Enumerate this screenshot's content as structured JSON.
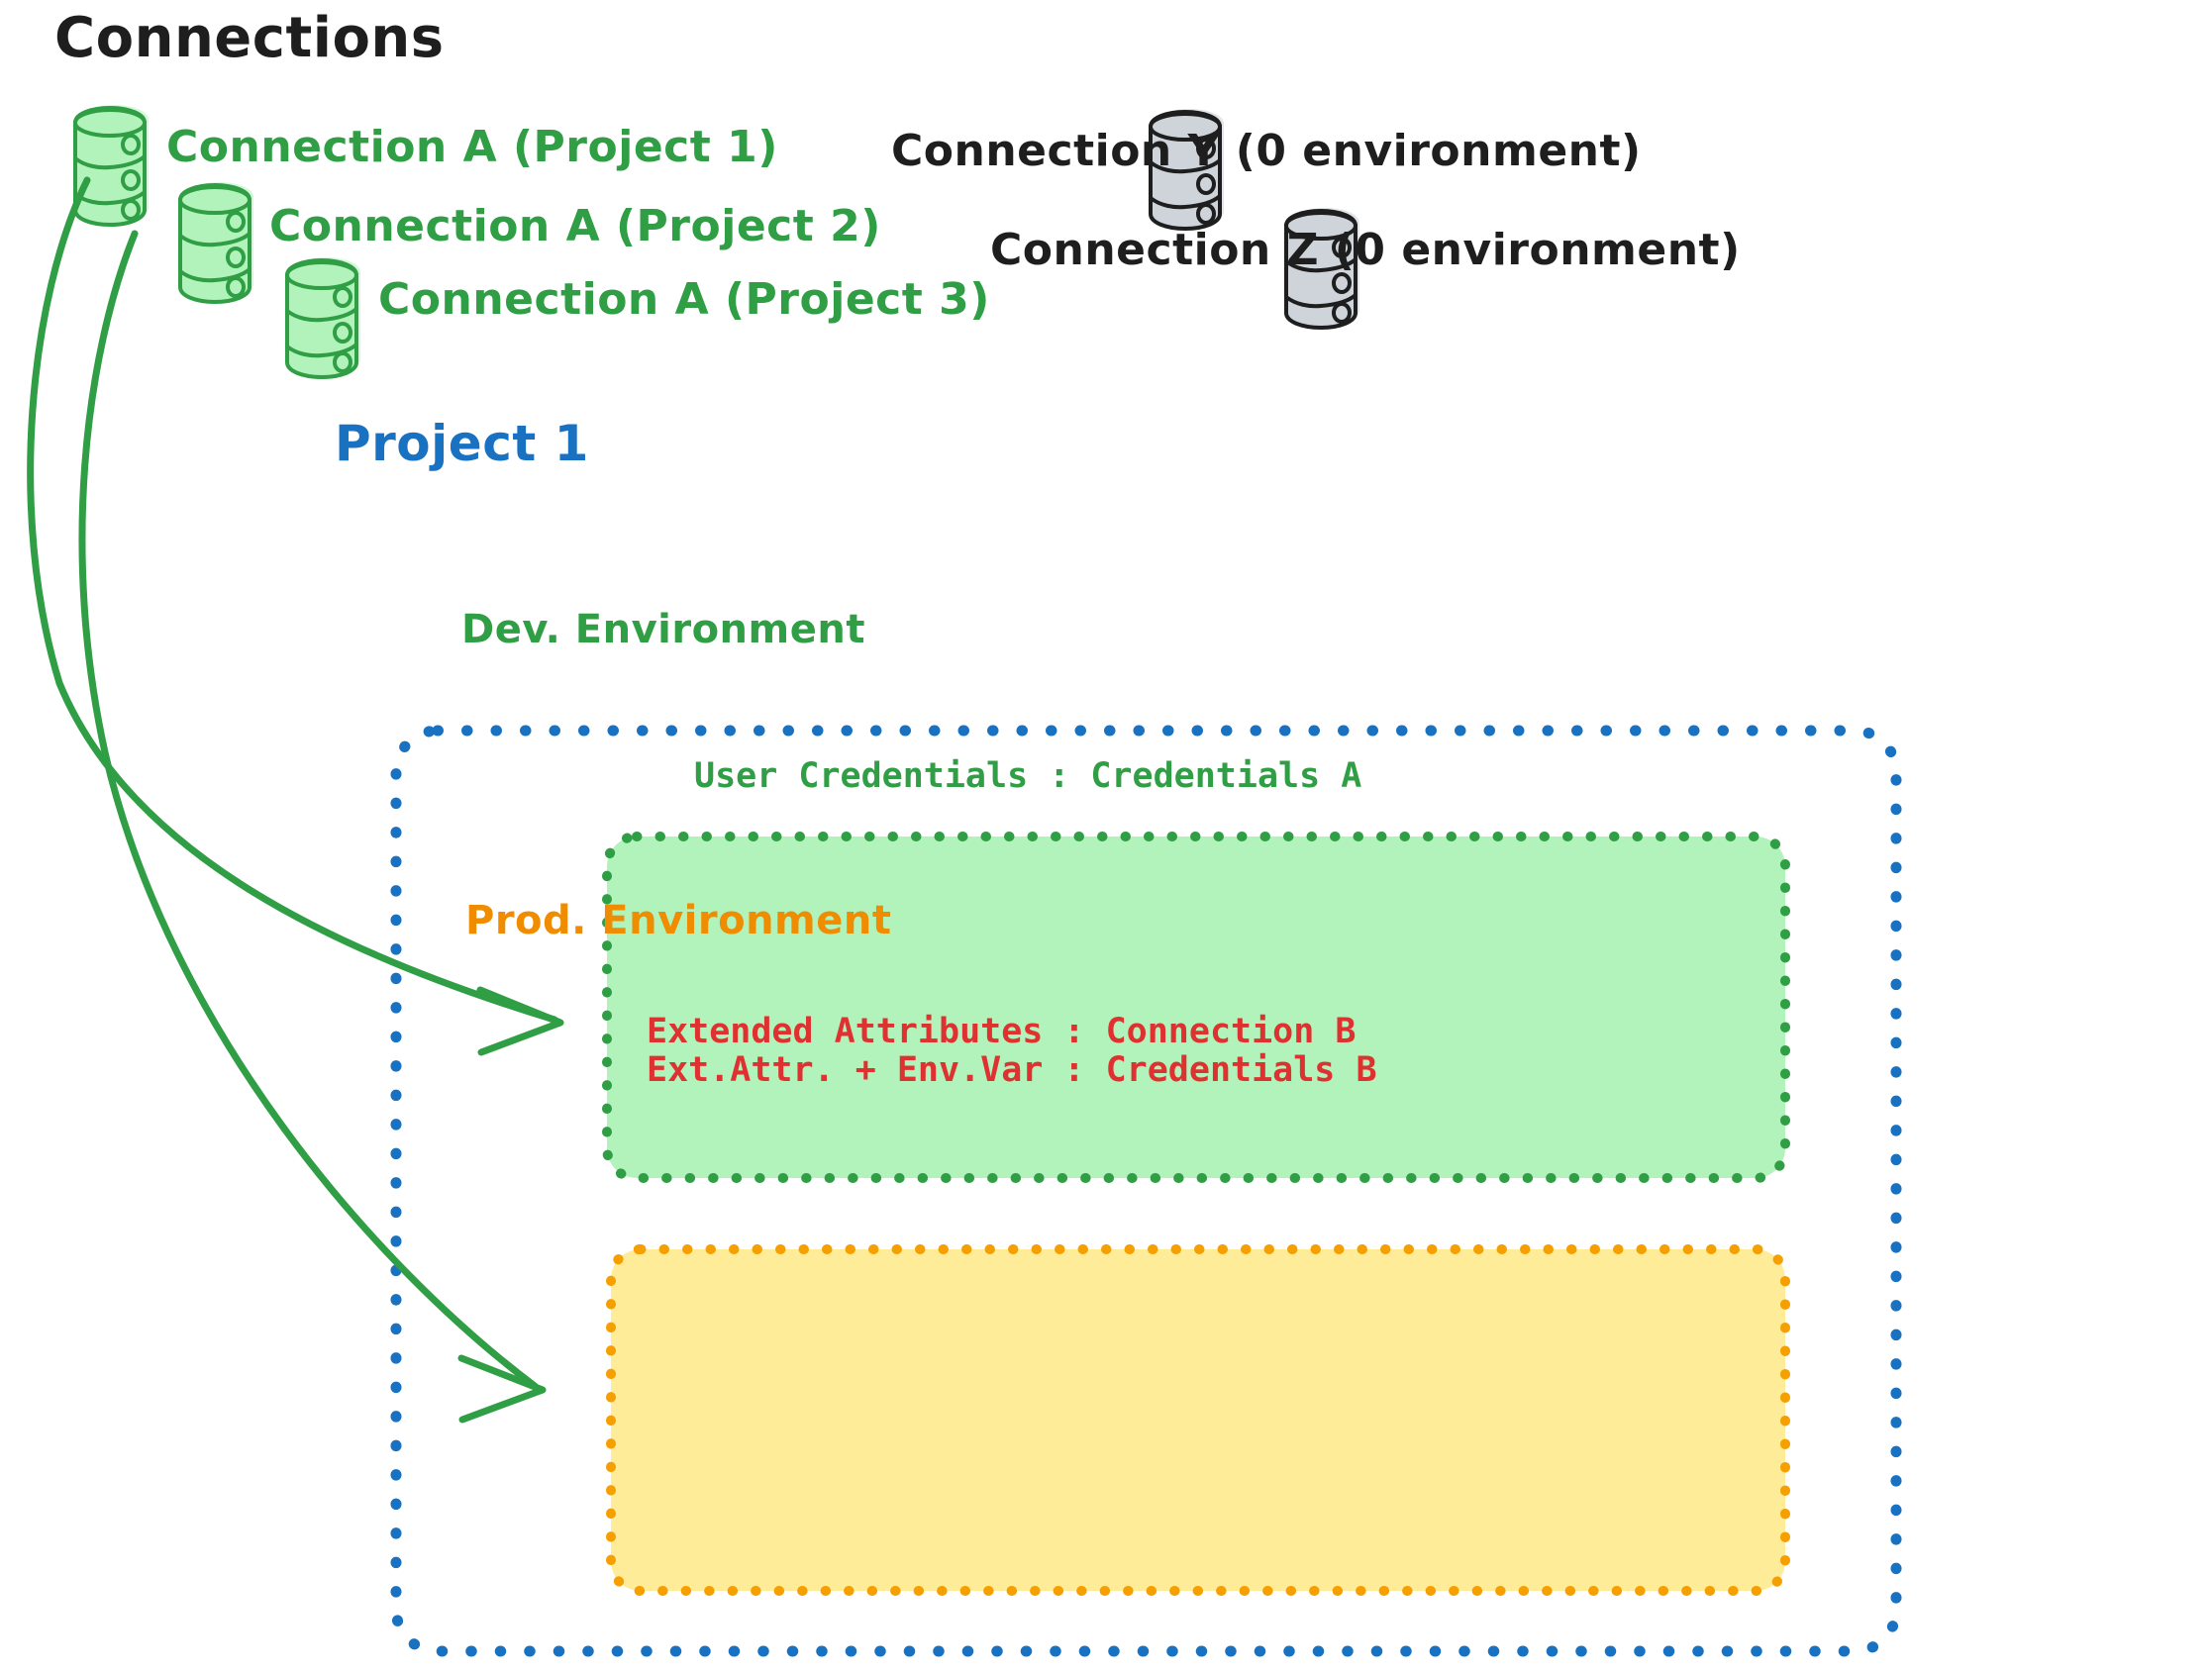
{
  "diagram": {
    "title": "Connections",
    "title_color": "#1e1e1e",
    "background": "#ffffff"
  },
  "connections": {
    "green": [
      {
        "label": "Connection A (Project 1)",
        "icon": "database-cylinder-icon",
        "color": "#2f9e44",
        "fill": "#b2f2bb"
      },
      {
        "label": "Connection A (Project 2)",
        "icon": "database-cylinder-icon",
        "color": "#2f9e44",
        "fill": "#b2f2bb"
      },
      {
        "label": "Connection A (Project 3)",
        "icon": "database-cylinder-icon",
        "color": "#2f9e44",
        "fill": "#b2f2bb"
      }
    ],
    "gray": [
      {
        "label": "Connection Y (0 environment)",
        "icon": "database-cylinder-icon",
        "color": "#1e1e1e",
        "fill": "#ced4da"
      },
      {
        "label": "Connection Z (0 environment)",
        "icon": "database-cylinder-icon",
        "color": "#1e1e1e",
        "fill": "#ced4da"
      }
    ]
  },
  "project": {
    "label": "Project 1",
    "border_color": "#1971c2",
    "border_style": "dotted",
    "environments": [
      {
        "name": "Dev. Environment",
        "title_color": "#2f9e44",
        "border_color": "#2f9e44",
        "fill": "#b2f2bb",
        "rows": [
          "User Credentials : Credentials A"
        ],
        "row_color": "#2f9e44"
      },
      {
        "name": "Prod. Environment",
        "title_color": "#f08c00",
        "border_color": "#f59f00",
        "fill": "#ffec99",
        "rows": [
          "Extended Attributes : Connection B",
          "Ext.Attr. + Env.Var : Credentials B"
        ],
        "row_color": "#e03131"
      }
    ]
  },
  "arrows": [
    {
      "from": "Connection A (Project 1)",
      "to": "Dev. Environment",
      "color": "#2f9e44"
    },
    {
      "from": "Connection A (Project 1)",
      "to": "Prod. Environment",
      "color": "#2f9e44"
    }
  ]
}
